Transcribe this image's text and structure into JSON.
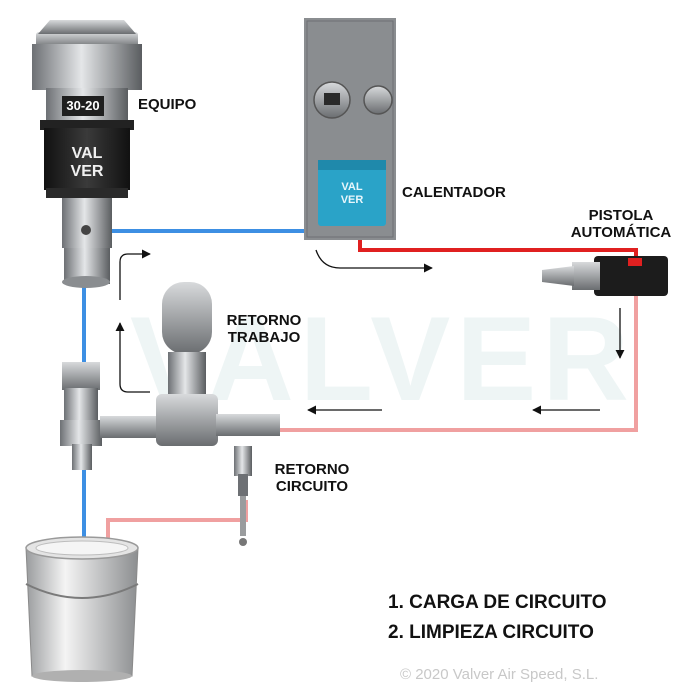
{
  "watermark": "VALVER",
  "labels": {
    "equipo": "EQUIPO",
    "model": "30-20",
    "brand_line1": "VAL",
    "brand_line2": "VER",
    "calentador": "CALENTADOR",
    "heater_brand_line1": "VAL",
    "heater_brand_line2": "VER",
    "pistola_line1": "PISTOLA",
    "pistola_line2": "AUTOMÁTICA",
    "retorno_trabajo_line1": "RETORNO",
    "retorno_trabajo_line2": "TRABAJO",
    "retorno_circuito_line1": "RETORNO",
    "retorno_circuito_line2": "CIRCUITO"
  },
  "legend": {
    "item1": "1. CARGA DE CIRCUITO",
    "item2": "2. LIMPIEZA CIRCUITO"
  },
  "copyright": "© 2020 Valver Air Speed, S.L.",
  "colors": {
    "feed_line": "#3d8fe3",
    "hot_line": "#e02020",
    "return_line": "#f0a0a0",
    "heater_box": "#2aa3c8",
    "panel": "#8a8d90"
  }
}
